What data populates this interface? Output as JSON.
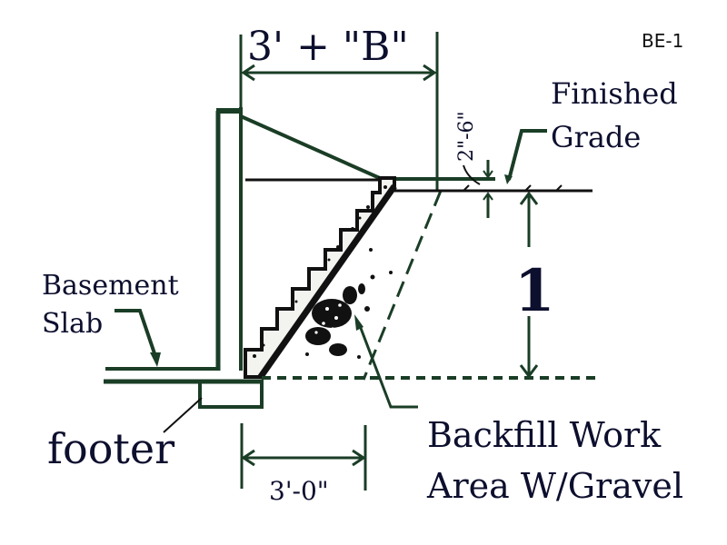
{
  "diagram": {
    "id_label": "BE-1",
    "colors": {
      "dimension_lines": "#1a3d26",
      "text": "#0d0f2e",
      "structure": "#111111",
      "background": "#ffffff"
    },
    "dimensions": {
      "top_width": "3' + \"B\"",
      "grade_offset": "2\"-6\"",
      "depth": "1",
      "bottom_width": "3'-0\""
    },
    "labels": {
      "finished_grade_line1": "Finished",
      "finished_grade_line2": "Grade",
      "basement_slab_line1": "Basement",
      "basement_slab_line2": "Slab",
      "footer": "footer",
      "backfill_line1": "Backfill Work",
      "backfill_line2": "Area W/Gravel"
    }
  }
}
